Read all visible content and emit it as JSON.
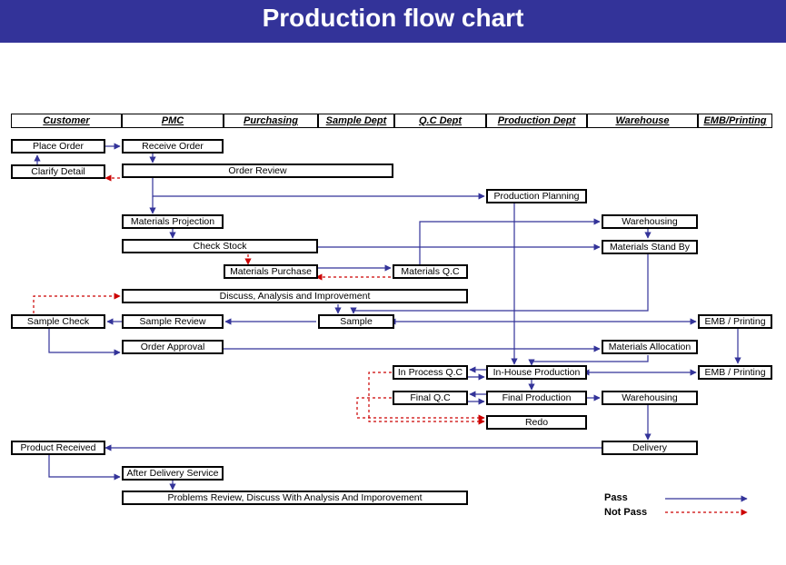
{
  "title": "Production flow chart",
  "lanes": [
    "Customer",
    "PMC",
    "Purchasing",
    "Sample Dept",
    "Q.C Dept",
    "Production Dept",
    "Warehouse",
    "EMB/Printing"
  ],
  "boxes": {
    "place_order": "Place Order",
    "receive_order": "Receive Order",
    "clarify_detail": "Clarify Detail",
    "order_review": "Order Review",
    "production_planning": "Production Planning",
    "materials_projection": "Materials Projection",
    "warehousing_1": "Warehousing",
    "check_stock": "Check Stock",
    "materials_stand_by": "Materials Stand By",
    "materials_purchase": "Materials Purchase",
    "materials_qc": "Materials Q.C",
    "discuss": "Discuss, Analysis and Improvement",
    "sample_check": "Sample Check",
    "sample_review": "Sample Review",
    "sample": "Sample",
    "emb_printing_1": "EMB / Printing",
    "order_approval": "Order Approval",
    "materials_allocation": "Materials Allocation",
    "in_process_qc": "In Process Q.C",
    "in_house_production": "In-House Production",
    "emb_printing_2": "EMB / Printing",
    "final_qc": "Final Q.C",
    "final_production": "Final Production",
    "warehousing_2": "Warehousing",
    "redo": "Redo",
    "product_received": "Product Received",
    "delivery": "Delivery",
    "after_delivery_service": "After Delivery Service",
    "problems_review": "Problems Review, Discuss With Analysis And Imporovement"
  },
  "legend": {
    "pass": "Pass",
    "not_pass": "Not Pass",
    "pass_color": "#333399",
    "not_pass_color": "#cc0000"
  }
}
